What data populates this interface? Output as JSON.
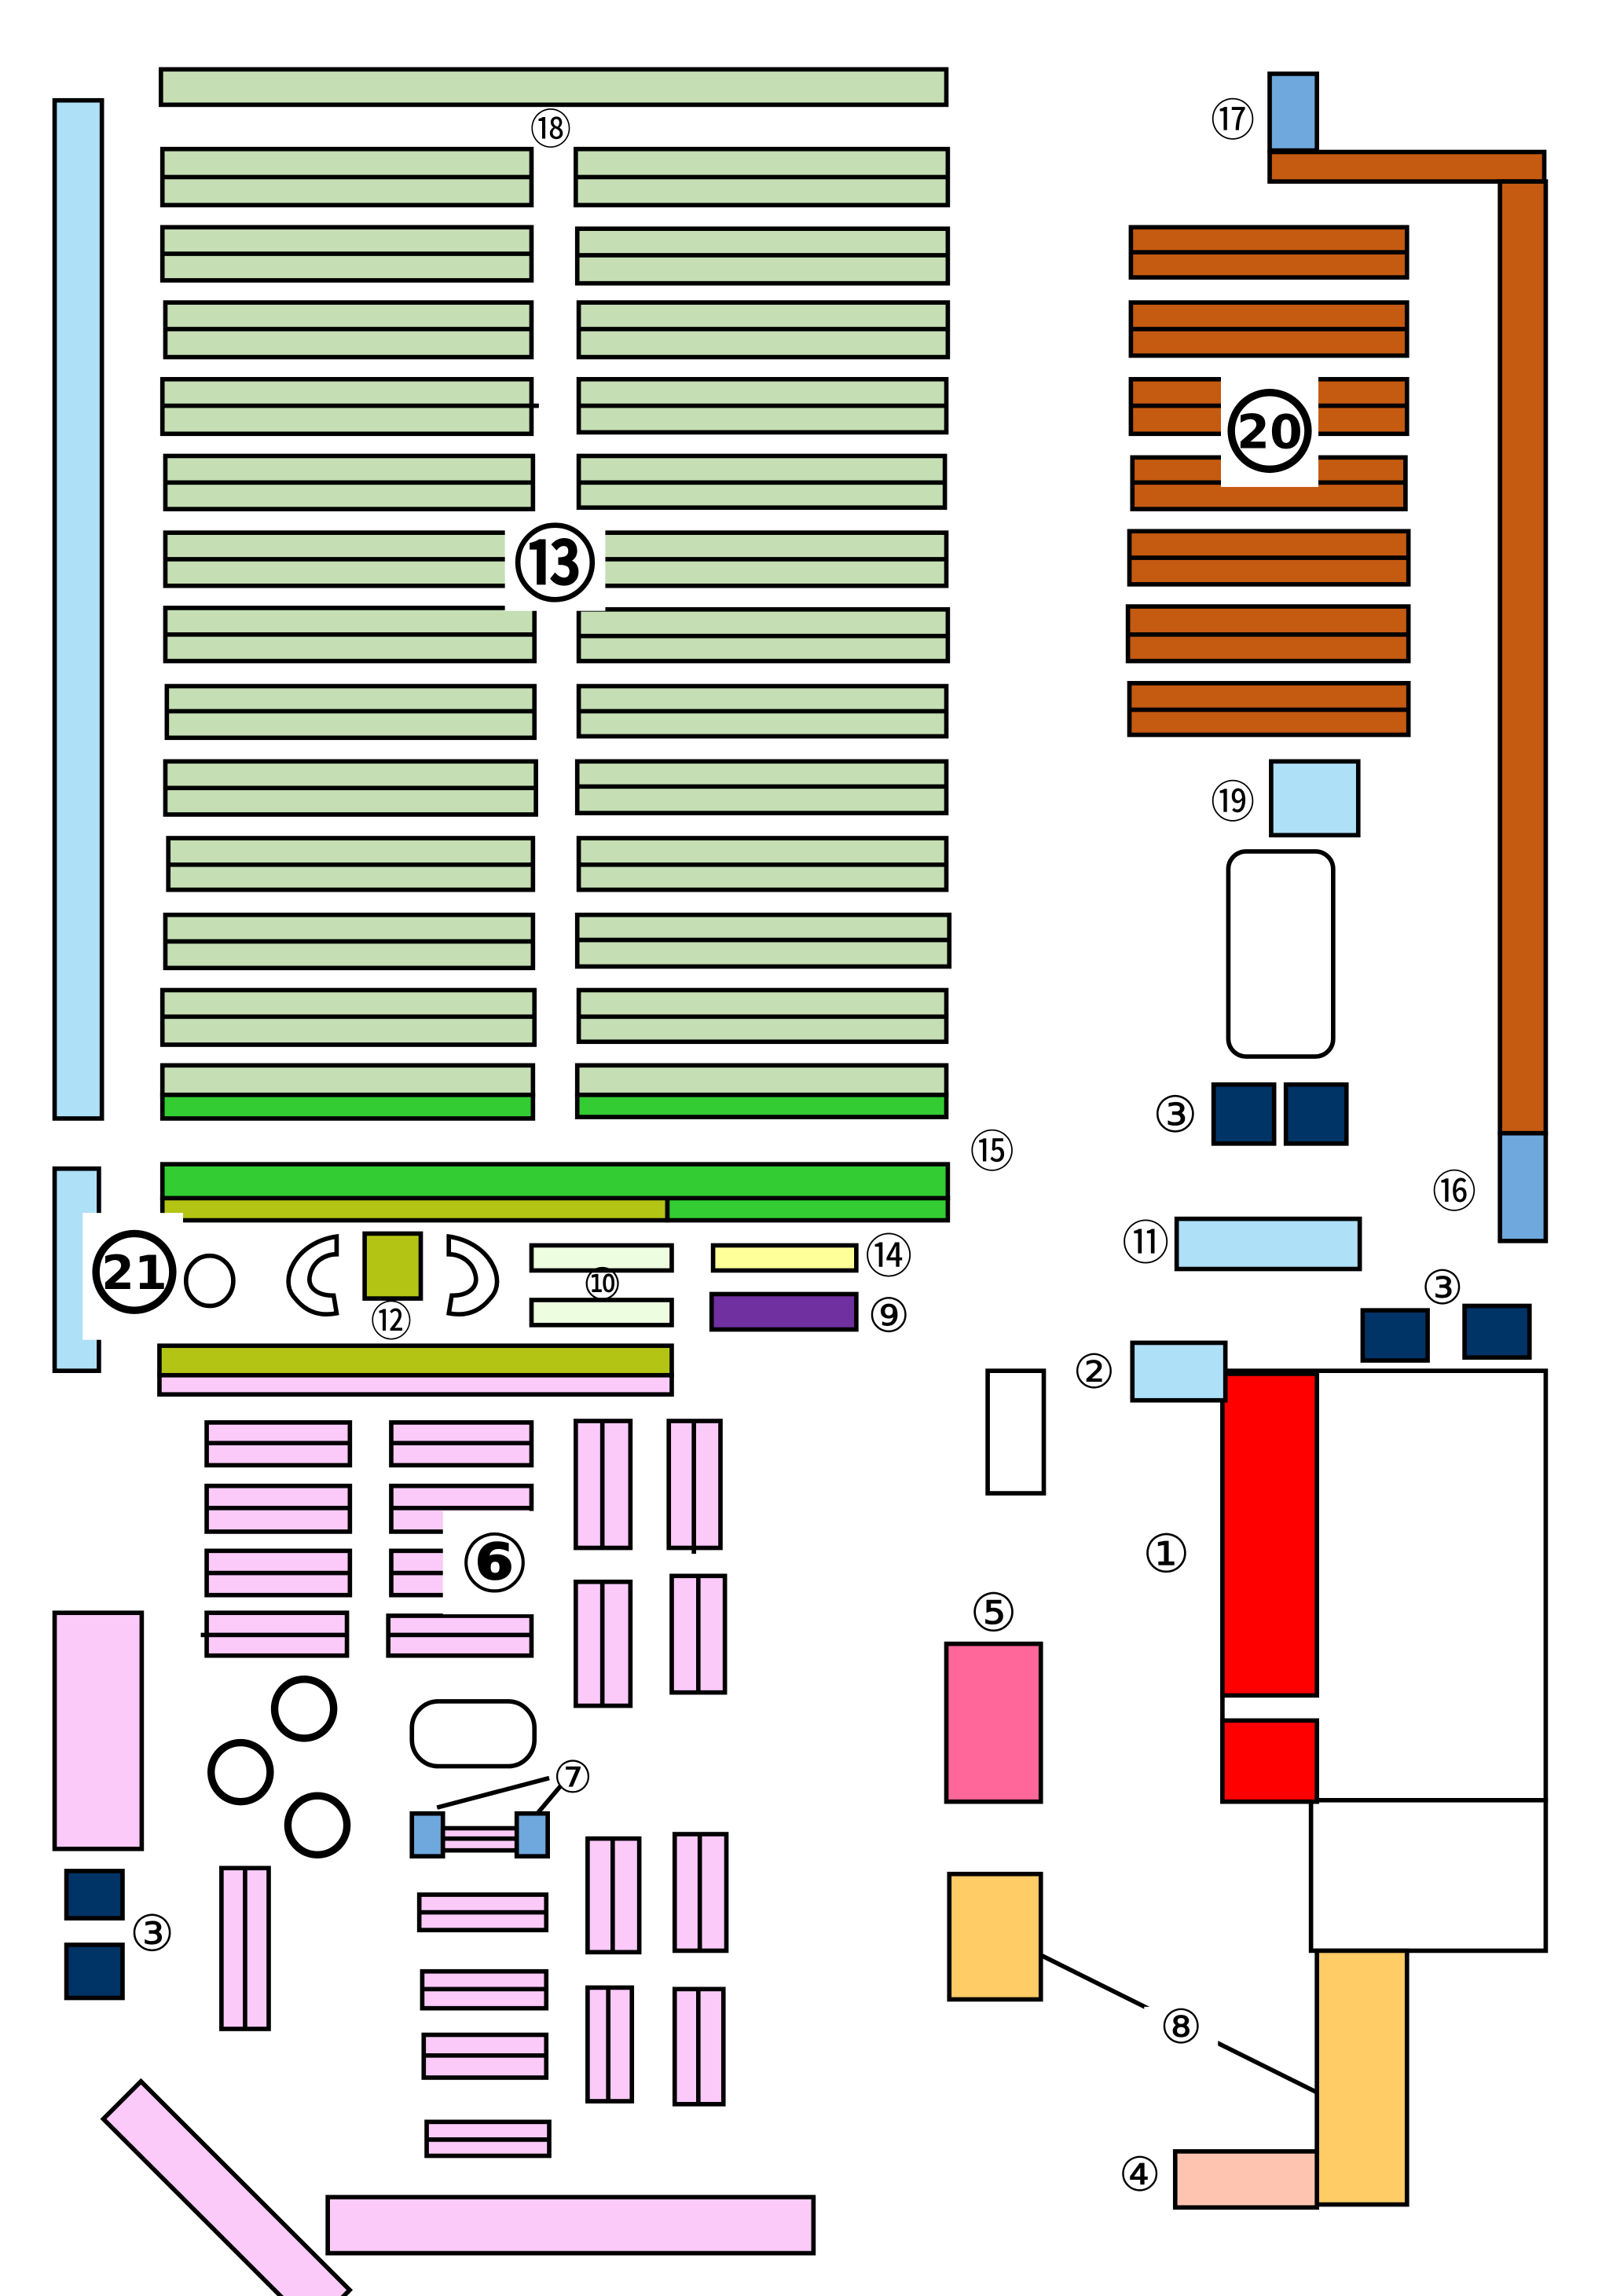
{
  "title": "",
  "colors": {
    "light_green": "#c5deb4",
    "bright_green": "#33cc33",
    "olive": "#b4c414",
    "light_blue": "#aee0f8",
    "steel_blue": "#6fa8dc",
    "navy": "#003366",
    "orange_brown": "#c55a11",
    "red": "#ff0000",
    "pink_light": "#fbcaf8",
    "pink_hot": "#ff6699",
    "gold": "#ffcc66",
    "peach": "#ffc4b0",
    "yellow_light": "#ffff99",
    "purple": "#7030a0",
    "pale_green": "#edfde0",
    "stroke": "#000000"
  },
  "labels": {
    "l1": "①",
    "l2": "②",
    "l3a": "③",
    "l3b": "③",
    "l3c": "③",
    "l4": "④",
    "l5": "⑤",
    "l6": "⑥",
    "l7": "⑦",
    "l8": "⑧",
    "l9": "⑨",
    "l10": "⑩",
    "l11": "⑪",
    "l12": "⑫",
    "l13": "⑬",
    "l14": "⑭",
    "l15": "⑮",
    "l16": "⑯",
    "l17": "⑰",
    "l18": "⑱",
    "l19": "⑲",
    "l20": "20",
    "l21": "21"
  }
}
